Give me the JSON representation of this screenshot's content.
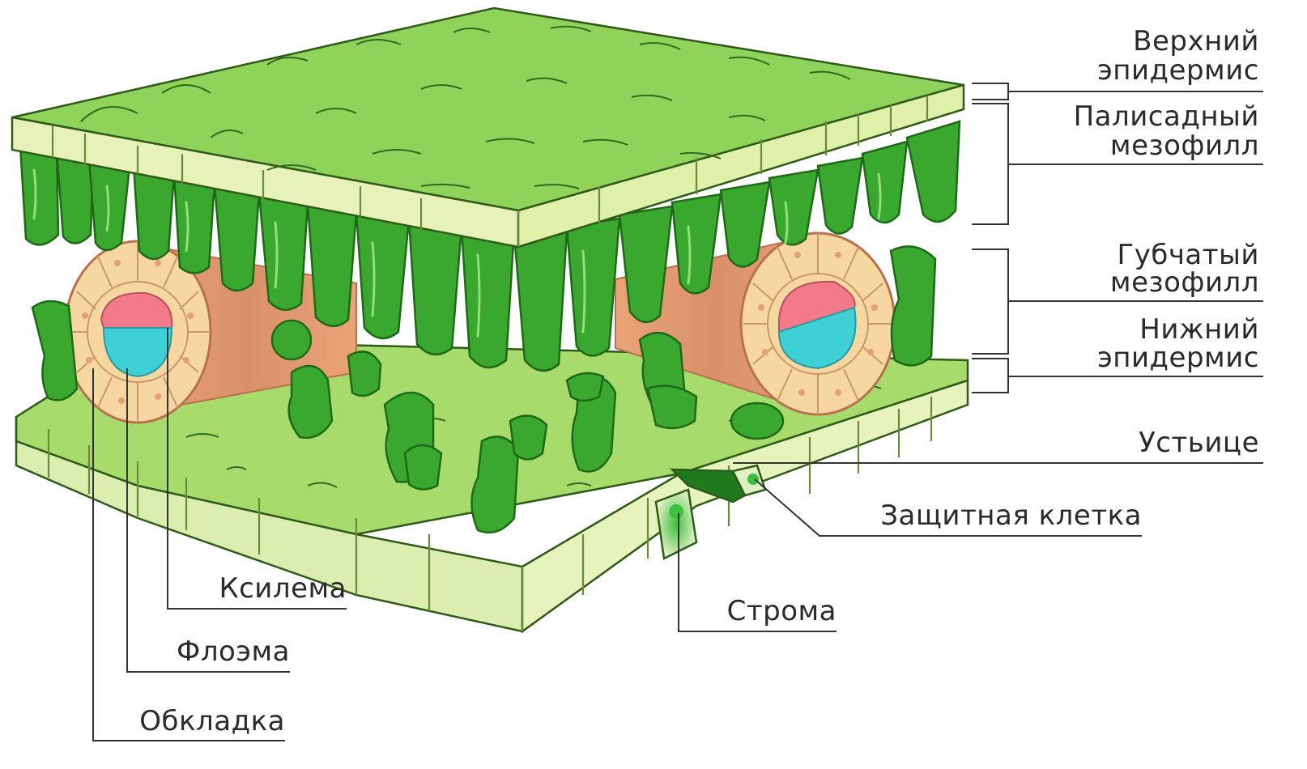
{
  "diagram": {
    "labels": {
      "upper_epidermis": [
        "Верхний",
        "эпидермис"
      ],
      "palisade_mesophyll": [
        "Палисадный",
        "мезофилл"
      ],
      "spongy_mesophyll": [
        "Губчатый",
        "мезофилл"
      ],
      "lower_epidermis": [
        "Нижний",
        "эпидермис"
      ],
      "stoma": "Устьице",
      "guard_cell": "Защитная клетка",
      "stroma": "Строма",
      "xylem": "Ксилема",
      "phloem": "Флоэма",
      "bundle_sheath": "Обкладка"
    },
    "colors": {
      "leaf_light": "#b5e07a",
      "leaf_face": "#8fd35a",
      "epidermis_cell": "#e6f2b8",
      "palisade": "#3aa82e",
      "palisade_dark": "#1f7a1e",
      "sheath": "#f6d7a0",
      "vein": "#e2a67a",
      "xylem": "#f47a8a",
      "phloem": "#3fd0d6",
      "line": "#333333"
    }
  }
}
